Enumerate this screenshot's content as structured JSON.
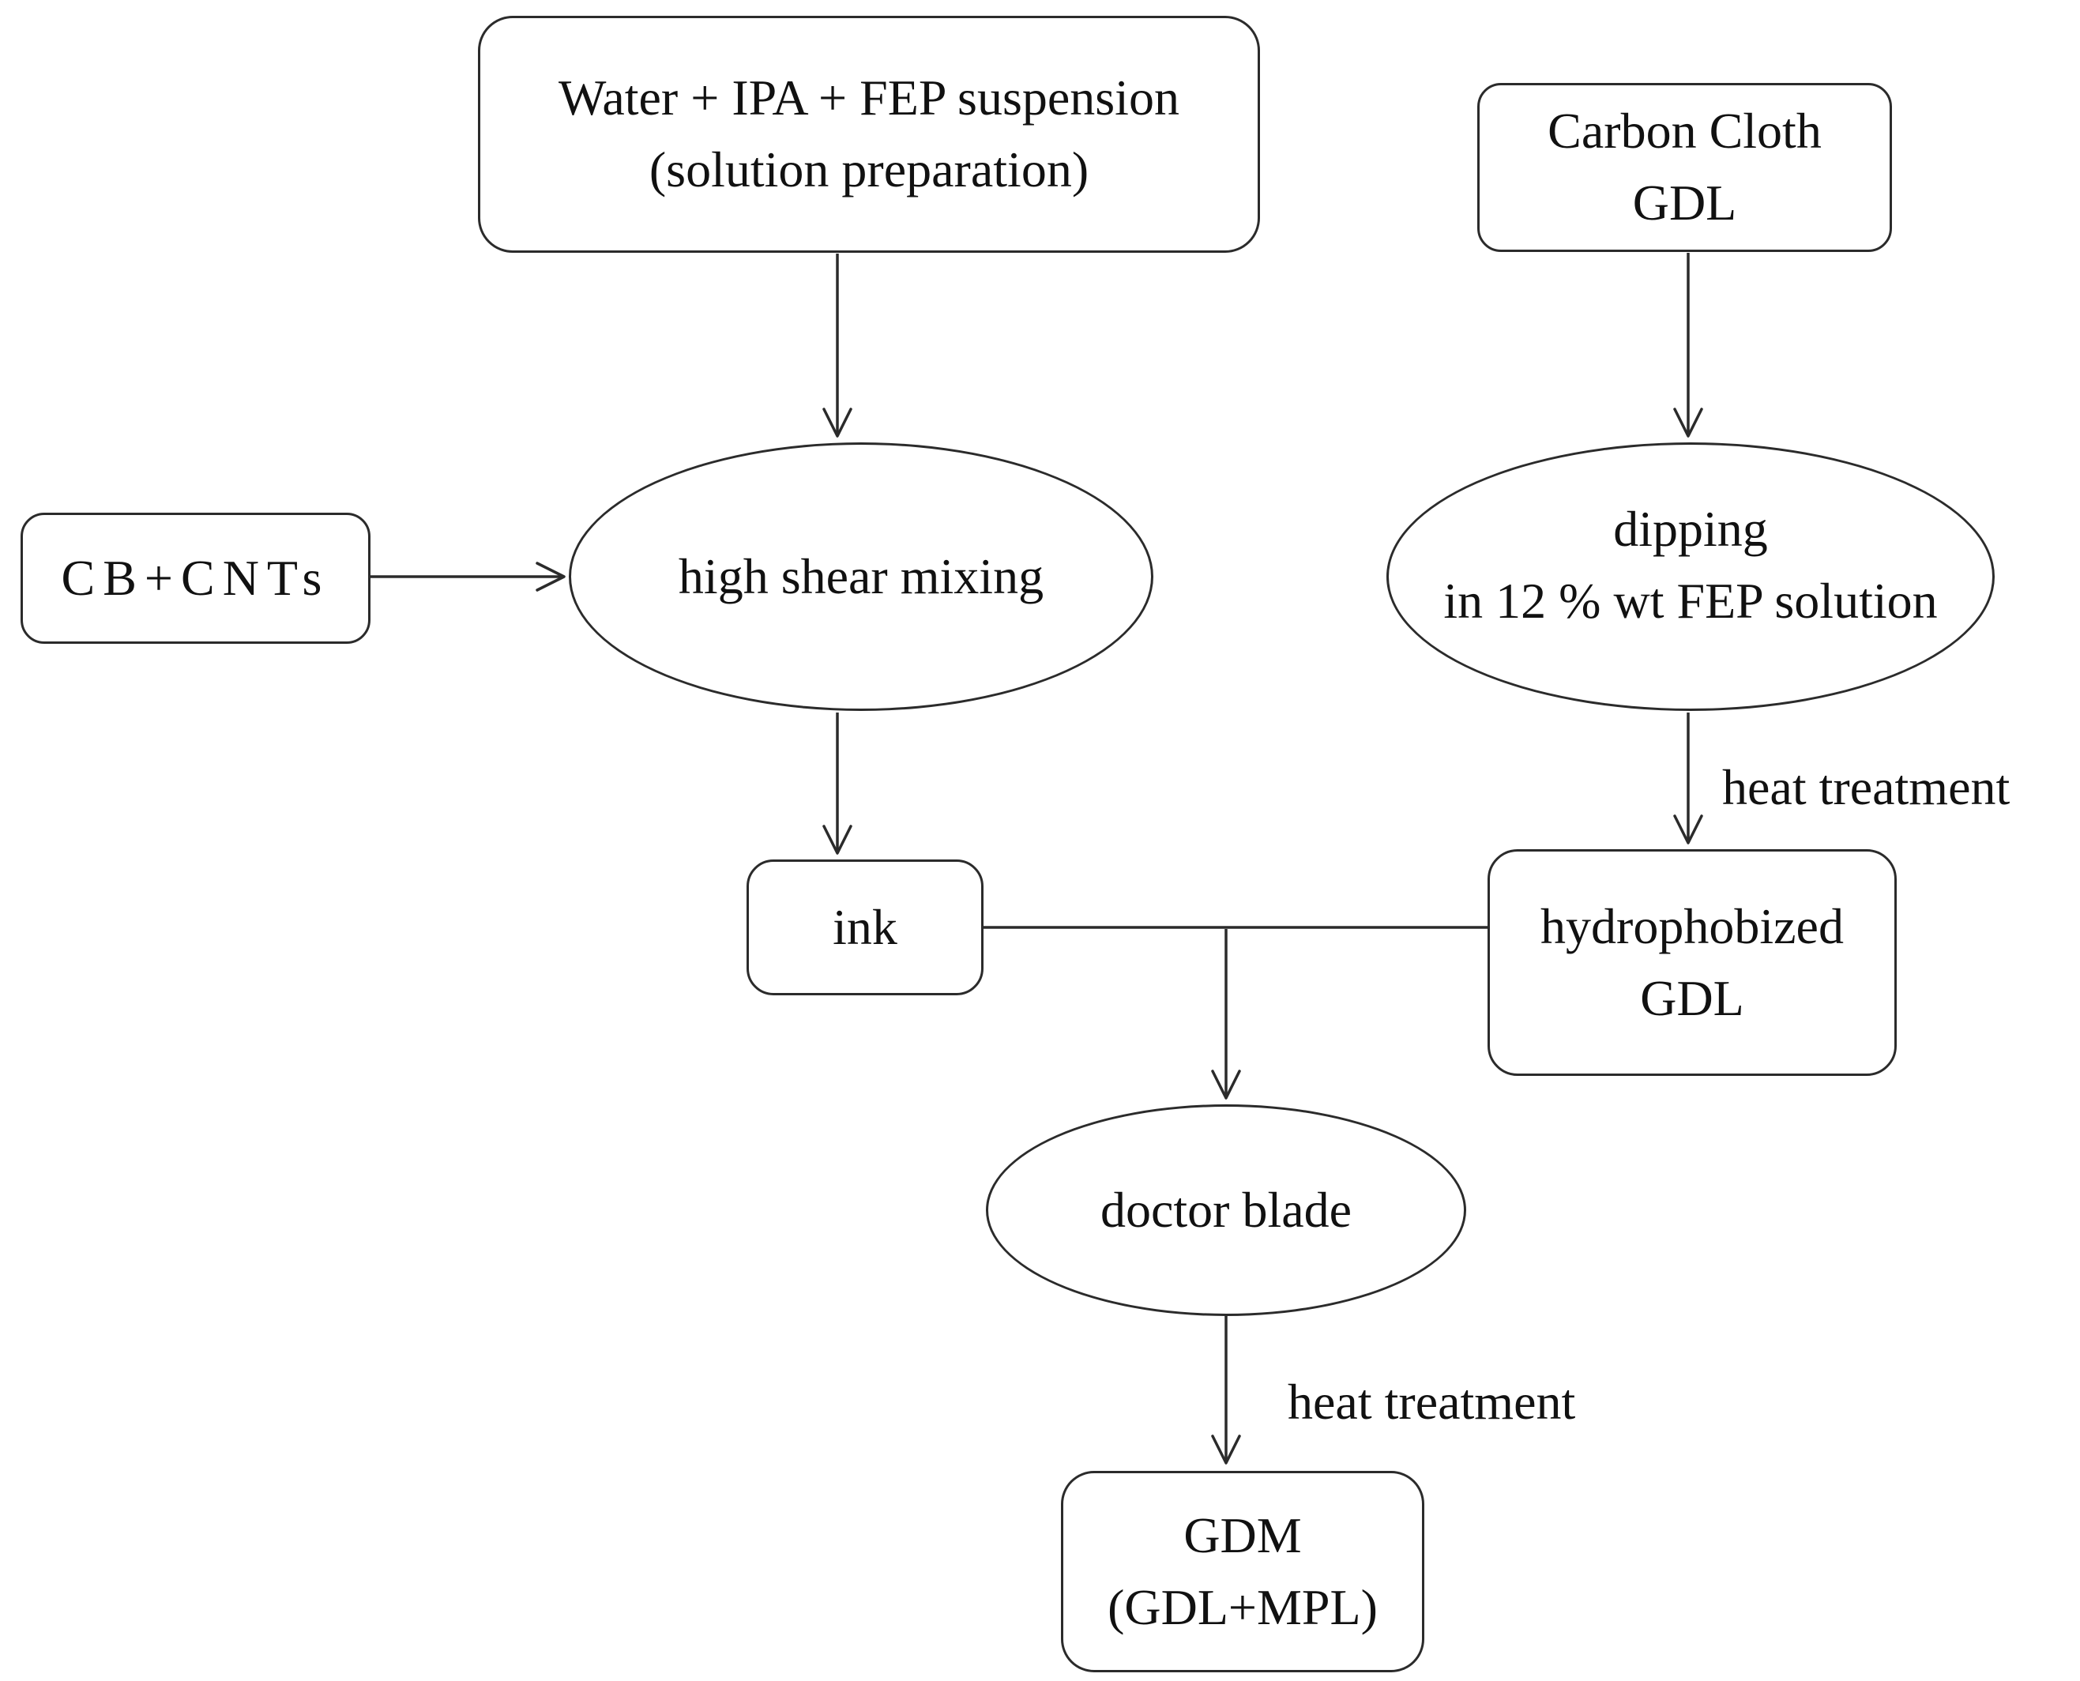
{
  "diagram": {
    "nodes": {
      "solution_prep": {
        "line1": "Water + IPA + FEP suspension",
        "line2": "(solution preparation)"
      },
      "carbon_cloth": {
        "line1": "Carbon Cloth",
        "line2": "GDL"
      },
      "cb_cnts": {
        "line1": "CB+CNTs"
      },
      "high_shear": {
        "line1": "high shear mixing"
      },
      "dipping": {
        "line1": "dipping",
        "line2": "in 12 % wt FEP solution"
      },
      "ink": {
        "line1": "ink"
      },
      "hydrophobized": {
        "line1": "hydrophobized",
        "line2": "GDL"
      },
      "doctor_blade": {
        "line1": "doctor blade"
      },
      "gdm": {
        "line1": "GDM",
        "line2": "(GDL+MPL)"
      }
    },
    "edge_labels": {
      "heat_treatment_right": "heat treatment",
      "heat_treatment_bottom": "heat treatment"
    },
    "colors": {
      "line": "#2b2b2b",
      "text": "#111111",
      "background": "#ffffff"
    }
  }
}
